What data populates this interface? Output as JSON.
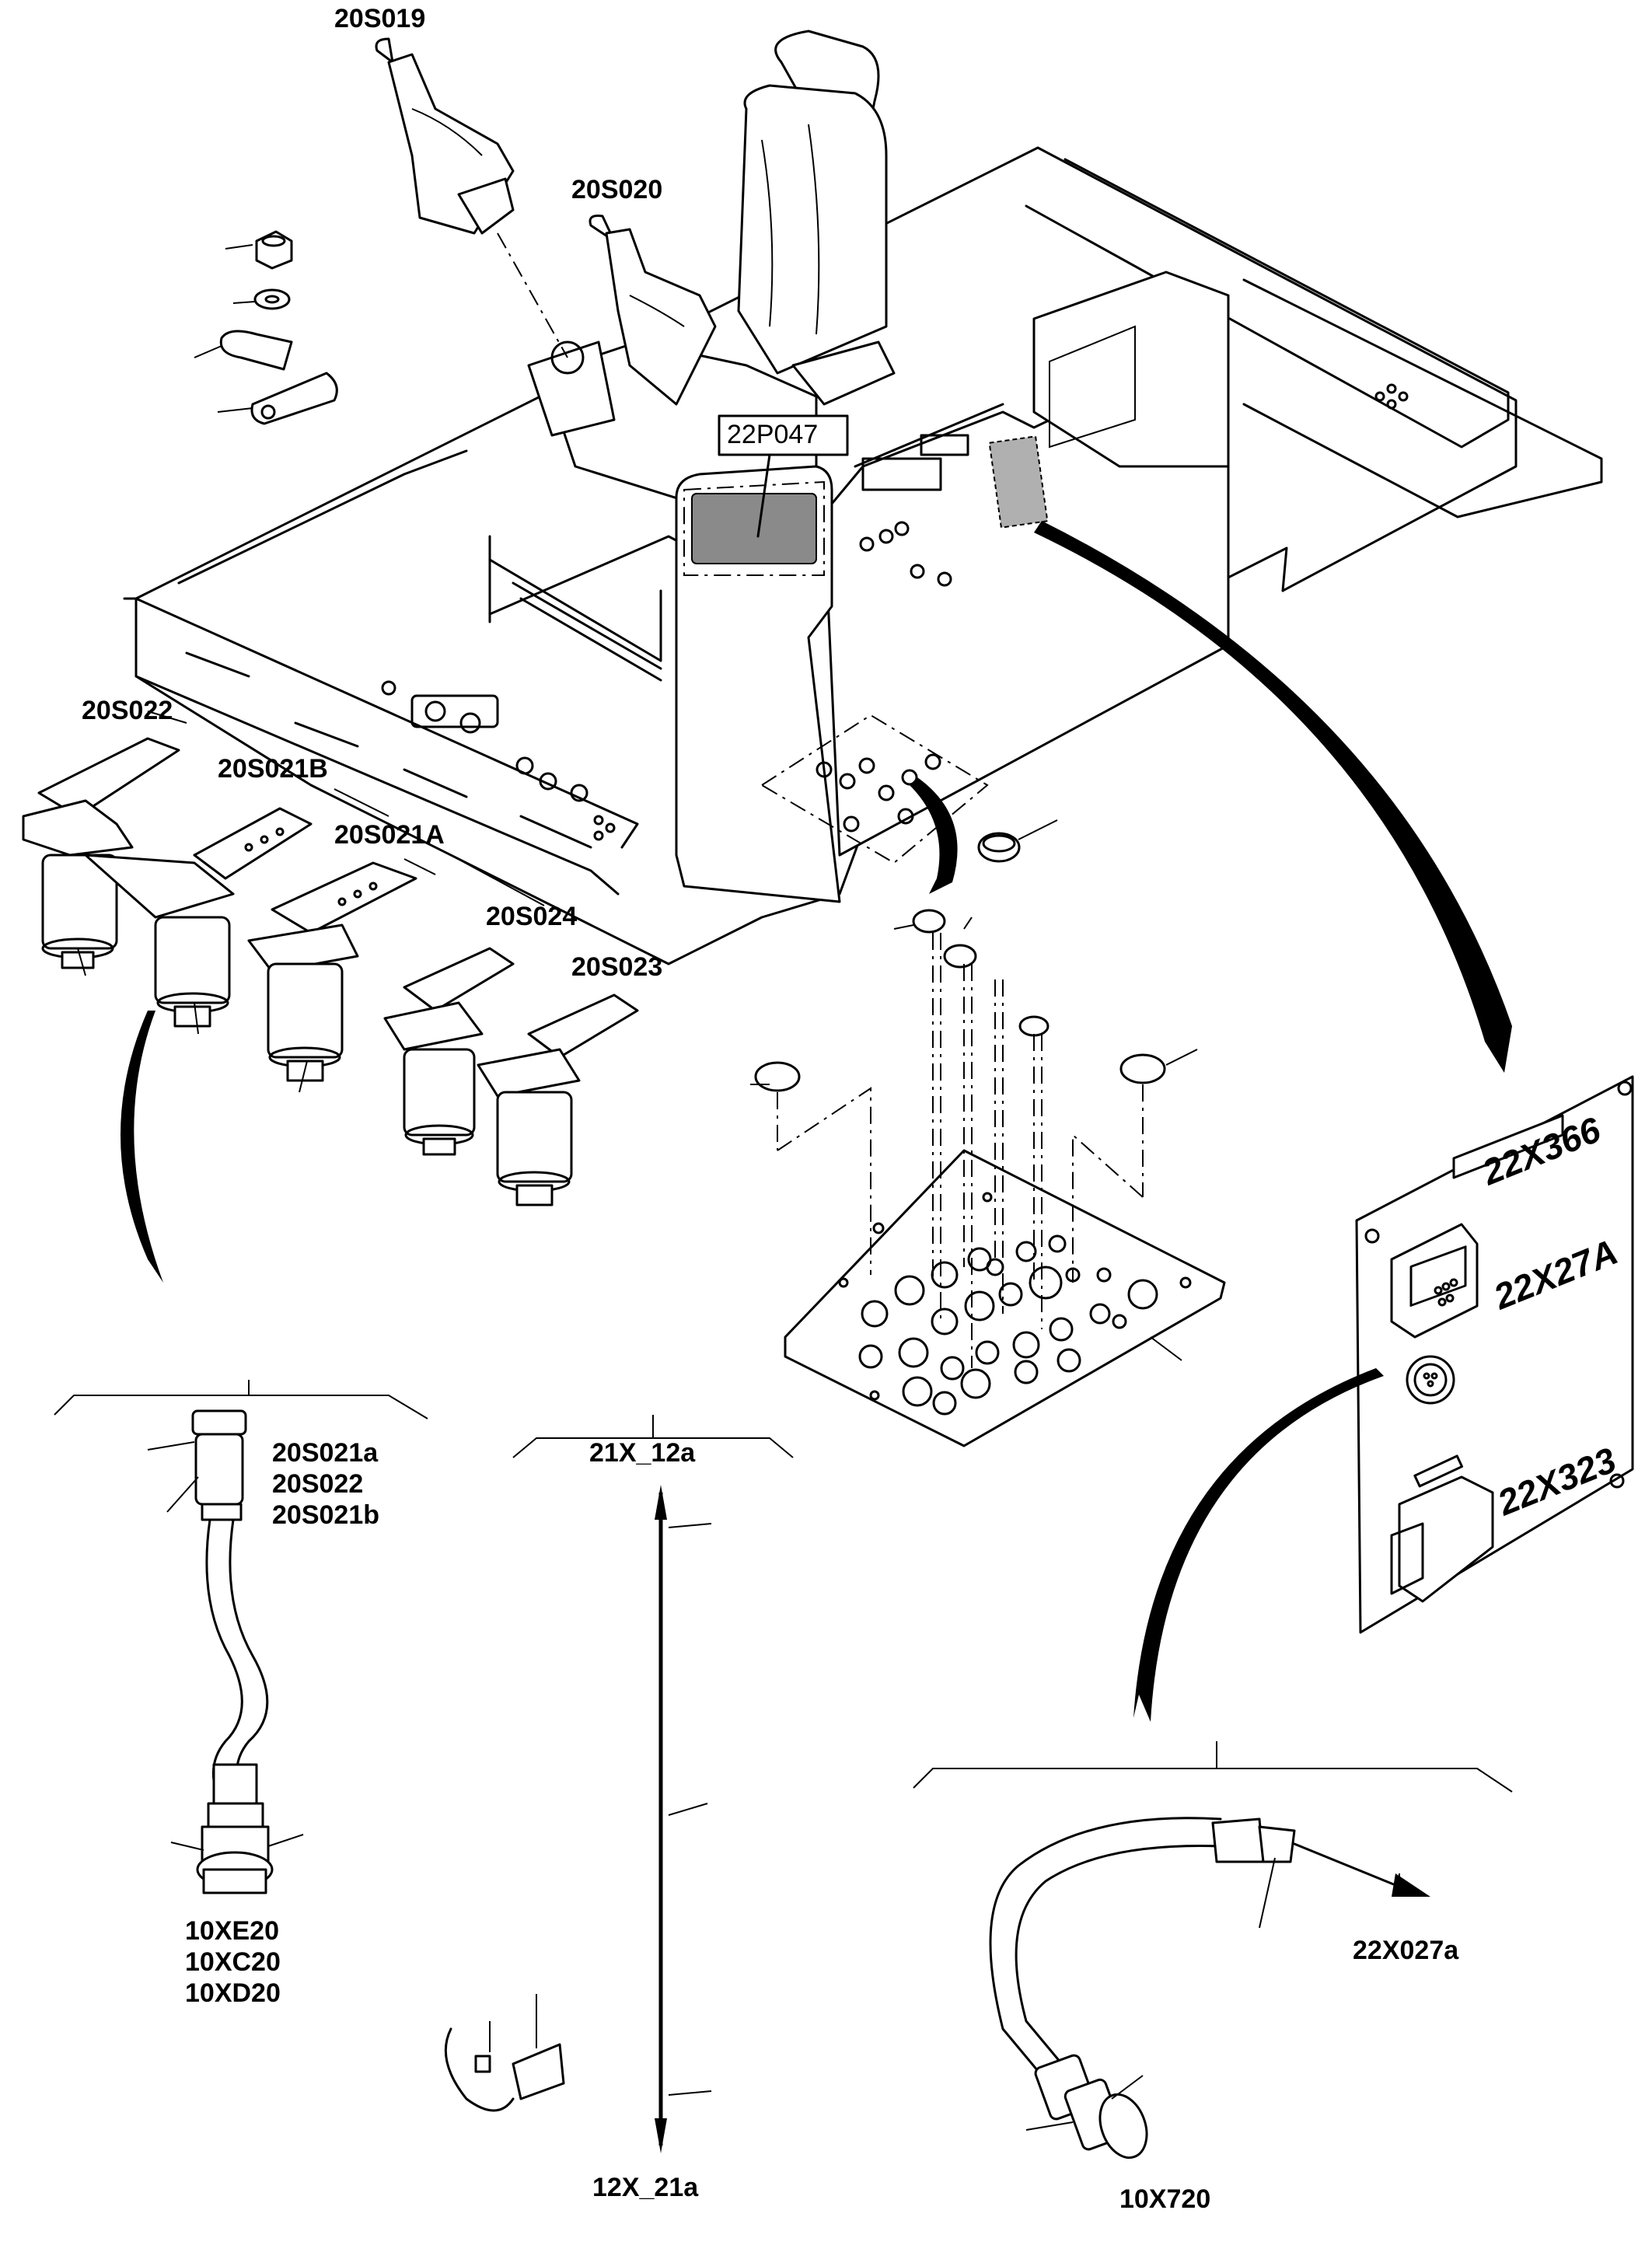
{
  "labels": {
    "joystick_left": "20S019",
    "joystick_right": "20S020",
    "display": "22P047",
    "pedal_22": "20S022",
    "pedal_21b": "20S021B",
    "pedal_21a": "20S021A",
    "pedal_24": "20S024",
    "pedal_23": "20S023",
    "harness_ends": [
      "20S021a",
      "20S022",
      "20S021b"
    ],
    "connector_ends": [
      "10XE20",
      "10XC20",
      "10XD20"
    ],
    "cable_top": "21X_12a",
    "cable_bottom": "12X_21a",
    "panel_connectors": [
      "22X366",
      "22X27A",
      "22X323"
    ],
    "cable_end": "22X027a",
    "cable_connector": "10X720"
  }
}
